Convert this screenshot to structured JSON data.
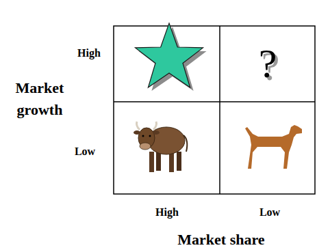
{
  "diagram": {
    "labels": [
      "High",
      "?",
      "Market growth",
      "Low",
      "High",
      "Low",
      "Market share"
    ]
  }
}
